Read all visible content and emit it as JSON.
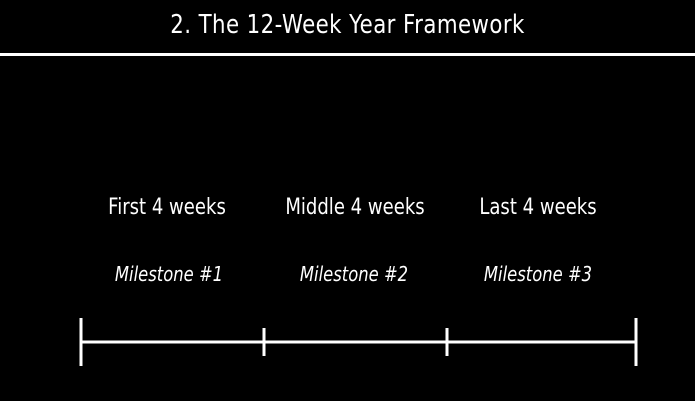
{
  "title": "2. The 12-Week Year Framework",
  "phases": [
    {
      "label": "First 4 weeks",
      "milestone": "Milestone #1"
    },
    {
      "label": "Middle 4 weeks",
      "milestone": "Milestone #2"
    },
    {
      "label": "Last 4 weeks",
      "milestone": "Milestone #3"
    }
  ],
  "colors": {
    "background": "#000000",
    "foreground": "#ffffff"
  }
}
